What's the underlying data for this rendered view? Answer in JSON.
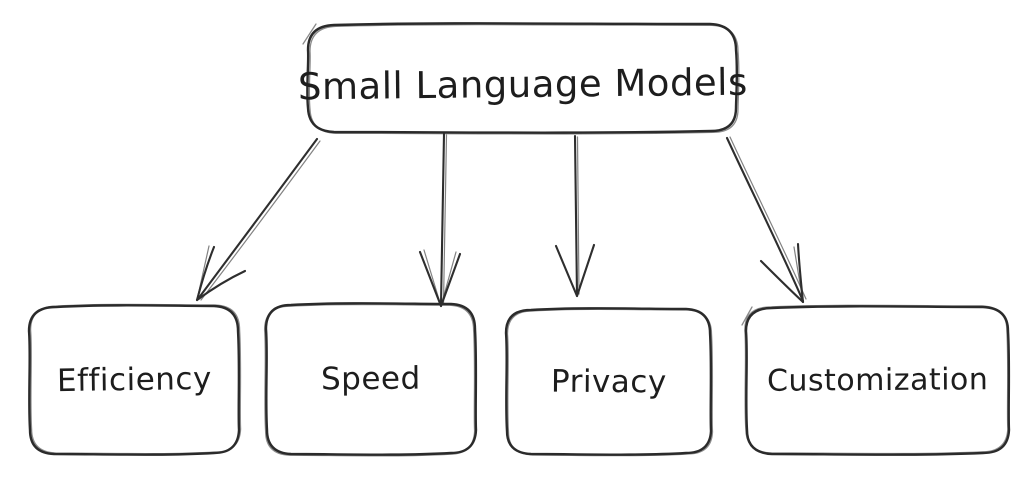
{
  "diagram": {
    "type": "flowchart",
    "stroke_color": "#2b2b2b",
    "text_color": "#1d1d1d",
    "background_color": "#ffffff",
    "root": {
      "label": "Small Language Models"
    },
    "children": [
      {
        "label": "Efficiency"
      },
      {
        "label": "Speed"
      },
      {
        "label": "Privacy"
      },
      {
        "label": "Customization"
      }
    ],
    "edges": [
      {
        "from": "Small Language Models",
        "to": "Efficiency"
      },
      {
        "from": "Small Language Models",
        "to": "Speed"
      },
      {
        "from": "Small Language Models",
        "to": "Privacy"
      },
      {
        "from": "Small Language Models",
        "to": "Customization"
      }
    ]
  }
}
